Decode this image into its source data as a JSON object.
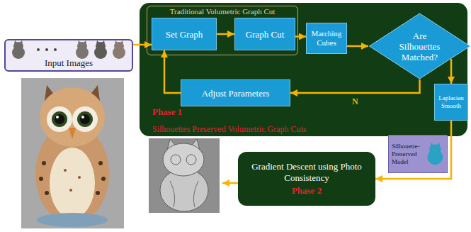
{
  "diagram": {
    "nodes": [
      {
        "text": [
          "Input Images"
        ]
      },
      {
        "text": [
          "Phase 1",
          "Silhouettes Preserved Volumetric Graph Cuts"
        ]
      },
      {
        "text": [
          "Traditional Volumetric Graph Cut"
        ],
        "in": 1
      },
      {
        "text": [
          "Set Graph"
        ],
        "in": 2
      },
      {
        "text": [
          "Graph Cut"
        ],
        "in": 2
      },
      {
        "text": [
          "Marching Cubes"
        ],
        "in": 1
      },
      {
        "text": [
          "Are Silhouettes Matched?"
        ],
        "in": 1
      },
      {
        "text": [
          "Adjust Parameters"
        ],
        "in": 1
      },
      {
        "text": [
          "Laplacian Smooth"
        ],
        "in": 1
      },
      {
        "text": [
          "Silhouette-Preserved Model"
        ]
      },
      {
        "text": [
          "Gradient Descent using Photo Consistency",
          "Phase 2"
        ]
      }
    ],
    "edges": [
      {
        "from": 0,
        "to": 3,
        "arrow": "to"
      },
      {
        "from": 3,
        "to": 4,
        "arrow": "to"
      },
      {
        "from": 4,
        "to": 5,
        "arrow": "to"
      },
      {
        "from": 5,
        "to": 6,
        "arrow": "to"
      },
      {
        "from": 6,
        "to": 7,
        "arrow": "to",
        "label": "N"
      },
      {
        "from": 7,
        "to": 3,
        "arrow": "to"
      },
      {
        "from": 6,
        "to": 8,
        "arrow": "to"
      },
      {
        "from": 8,
        "to": 10,
        "arrow": "to"
      }
    ]
  }
}
